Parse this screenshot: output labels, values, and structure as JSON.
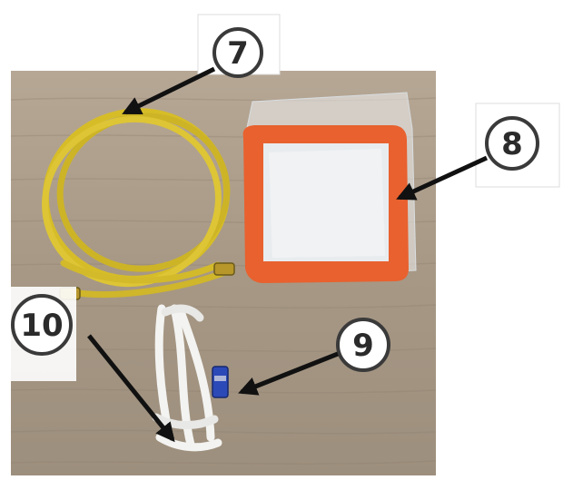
{
  "photo": {
    "callouts": [
      {
        "id": "7",
        "label": "7"
      },
      {
        "id": "8",
        "label": "8"
      },
      {
        "id": "9",
        "label": "9"
      },
      {
        "id": "10",
        "label": "10"
      }
    ],
    "items": [
      "yellow-charging-hose",
      "sealing-pad",
      "blue-valve-cap",
      "cotton-rope"
    ],
    "colors": {
      "background": "#a99a86",
      "hose": "#d8c02a",
      "pad_border": "#e8602f",
      "pad_center": "#e9ecef",
      "cap": "#2c49b8",
      "rope": "#f2f2f0",
      "callout_ring": "#3a3a3a"
    }
  }
}
